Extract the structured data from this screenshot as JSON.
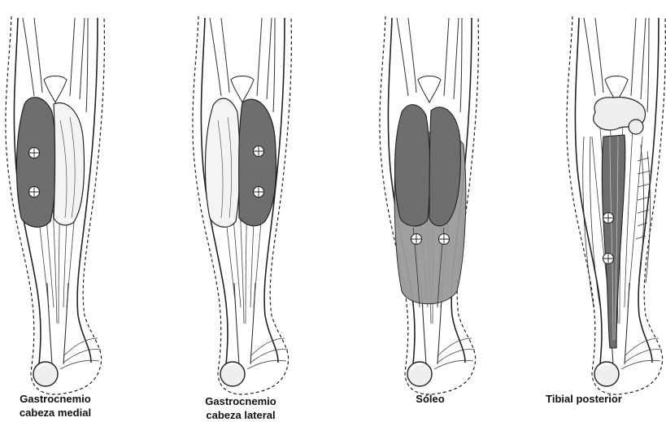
{
  "panels": [
    {
      "id": "gastrocnemio-medial",
      "label_lines": [
        "Gastrocnemio",
        "cabeza medial"
      ],
      "highlight": "gastrocnemius-medial-head",
      "markers": 2
    },
    {
      "id": "gastrocnemio-lateral",
      "label_lines": [
        "Gastrocnemio",
        "cabeza lateral"
      ],
      "highlight": "gastrocnemius-lateral-head",
      "markers": 2
    },
    {
      "id": "soleo",
      "label_lines": [
        "Sóleo"
      ],
      "highlight": "soleus",
      "markers": 2
    },
    {
      "id": "tibial-posterior",
      "label_lines": [
        "Tibial posterior"
      ],
      "highlight": "tibialis-posterior",
      "markers": 2
    }
  ],
  "colors": {
    "outline": "#222222",
    "muscle_fill": "#f4f4f4",
    "highlight": "#6e6e6e",
    "highlight_light": "#9a9a9a",
    "bone": "#efefef",
    "marker": "#ffffff"
  },
  "icons": [
    "electrode-marker-icon",
    "leg-silhouette-icon"
  ]
}
